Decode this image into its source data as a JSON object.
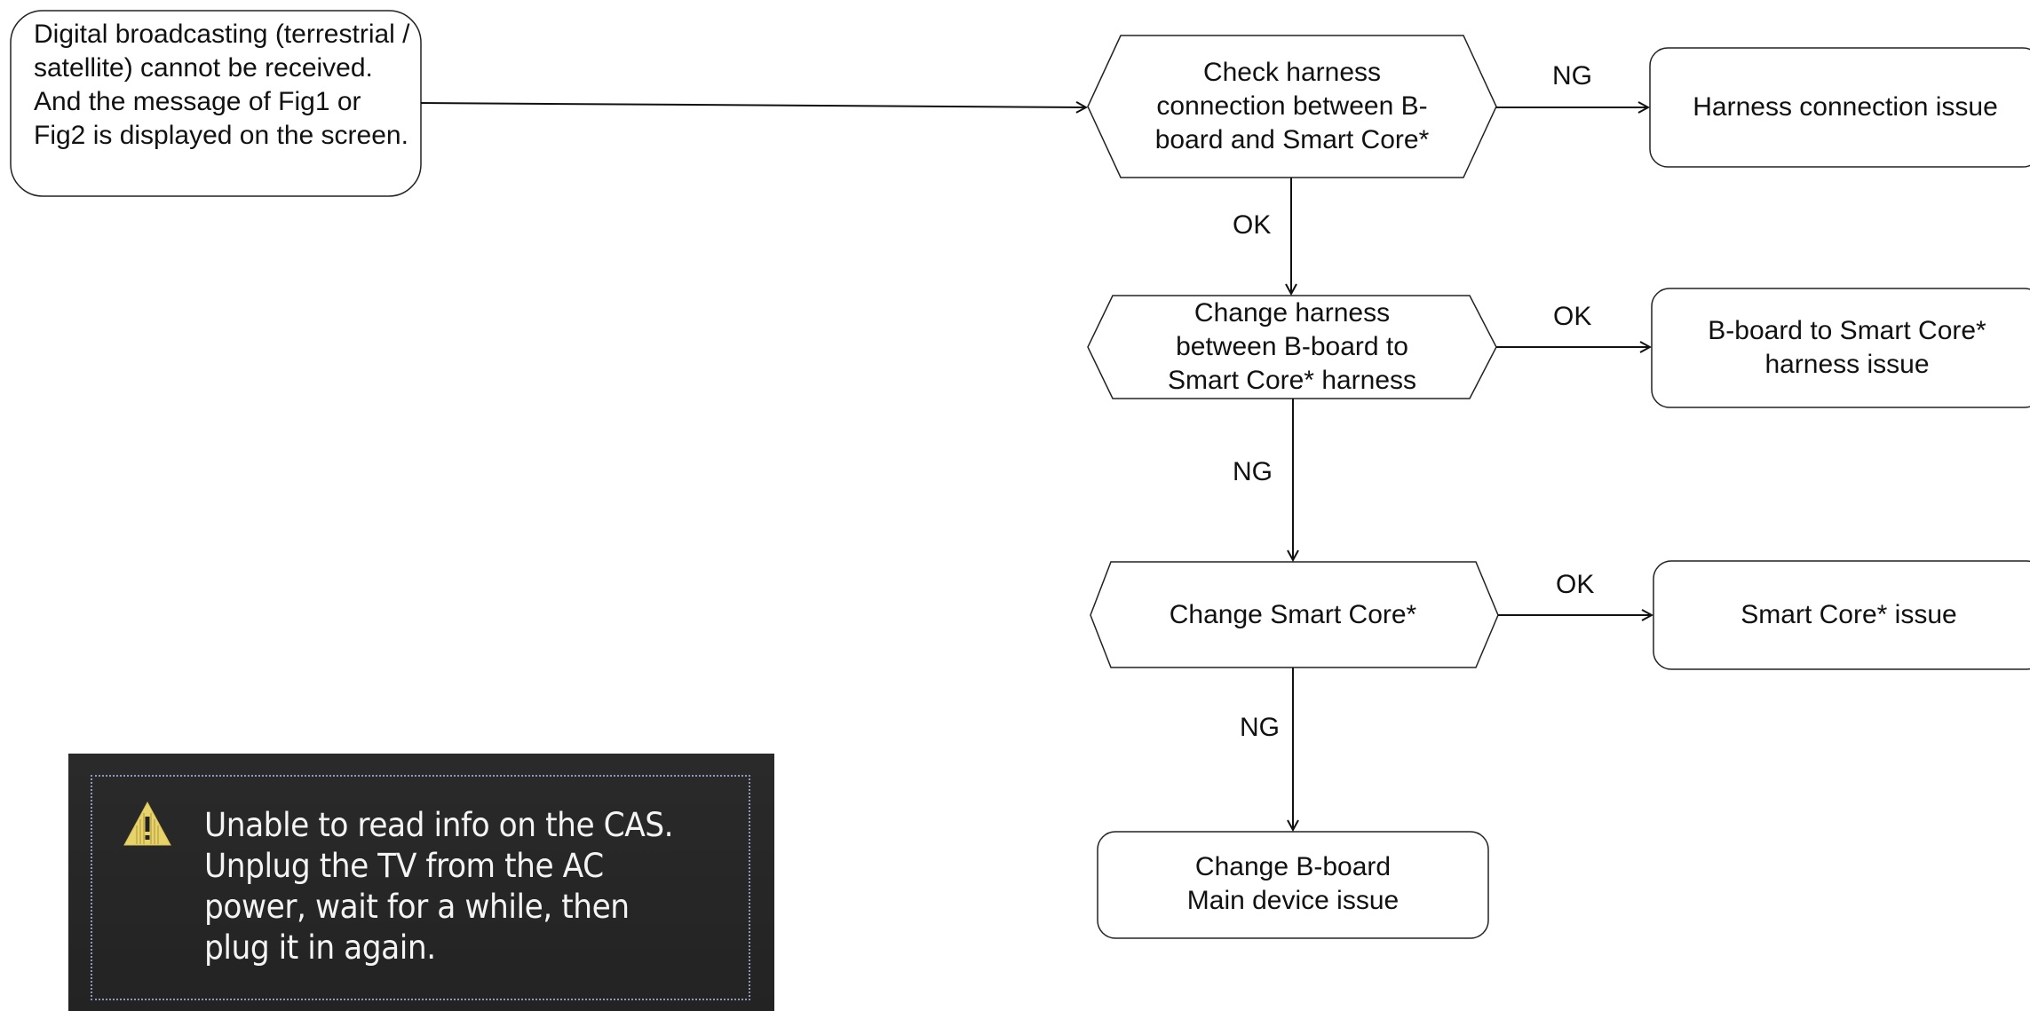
{
  "start": {
    "text": "Digital broadcasting (terrestrial / satellite) cannot be received. And the message of Fig1 or Fig2 is displayed on the screen."
  },
  "steps": {
    "check_harness": "Check harness connection between B-board and Smart Core*",
    "change_harness": "Change harness between B-board to Smart Core* harness",
    "change_smart_core": "Change Smart Core*",
    "change_bboard_line1": "Change B-board",
    "change_bboard_line2": "Main device issue"
  },
  "results": {
    "harness_connection_issue": "Harness connection issue",
    "bboard_harness_issue": "B-board to Smart Core* harness issue",
    "smart_core_issue": "Smart Core* issue"
  },
  "edge_labels": {
    "check_ng": "NG",
    "check_ok": "OK",
    "harness_ok": "OK",
    "harness_ng": "NG",
    "core_ok": "OK",
    "core_ng": "NG"
  },
  "tv_message": {
    "text": "Unable to read info on the CAS. Unplug the TV from the AC power, wait for a while, then plug it in again.",
    "icon": "warning-icon",
    "icon_color": "#e8d26a",
    "background": "#262626"
  },
  "colors": {
    "line": "#111111",
    "box_fill": "#ffffff",
    "box_border": "#222222"
  }
}
